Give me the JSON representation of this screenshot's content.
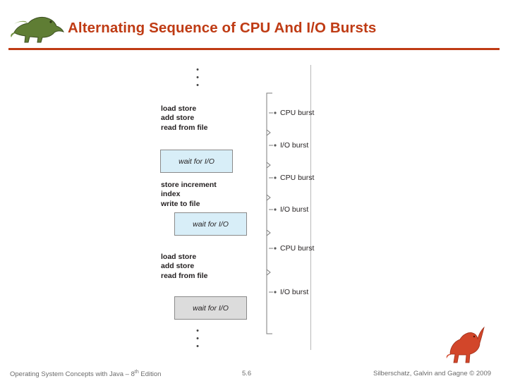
{
  "slide": {
    "title": "Alternating Sequence of CPU And I/O Bursts",
    "accent_color": "#BF3B14"
  },
  "footer": {
    "left_text": "Operating System Concepts with Java – 8",
    "left_sup": "th",
    "left_tail": " Edition",
    "page": "5.6",
    "right_text": "Silberschatz, Galvin and Gagne © 2009"
  },
  "figure": {
    "top_dots": "•",
    "bottom_dots": "•",
    "code_blocks": [
      {
        "text": "load store\nadd store\nread from file"
      },
      {
        "text": "store increment\nindex\nwrite to file"
      },
      {
        "text": "load store\nadd store\nread from file"
      }
    ],
    "io_boxes": [
      {
        "text": "wait for I/O",
        "style": "blue"
      },
      {
        "text": "wait for I/O",
        "style": "blue"
      },
      {
        "text": "wait for I/O",
        "style": "grey"
      }
    ],
    "burst_labels": [
      {
        "text": "CPU burst"
      },
      {
        "text": "I/O burst"
      },
      {
        "text": "CPU burst"
      },
      {
        "text": "I/O burst"
      },
      {
        "text": "CPU burst"
      },
      {
        "text": "I/O burst"
      }
    ]
  }
}
